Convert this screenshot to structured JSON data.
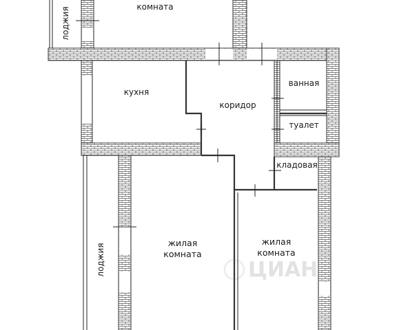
{
  "plan": {
    "rooms": {
      "top_room": "комната",
      "kitchen": "кухня",
      "corridor": "коридор",
      "bathroom": "ванная",
      "toilet": "туалет",
      "pantry": "кладовая",
      "living_left_line1": "жилая",
      "living_left_line2": "комната",
      "living_right_line1": "жилая",
      "living_right_line2": "комната"
    },
    "loggia_top": "лоджия",
    "loggia_left": "лоджия",
    "watermark": "ЦИАН"
  }
}
